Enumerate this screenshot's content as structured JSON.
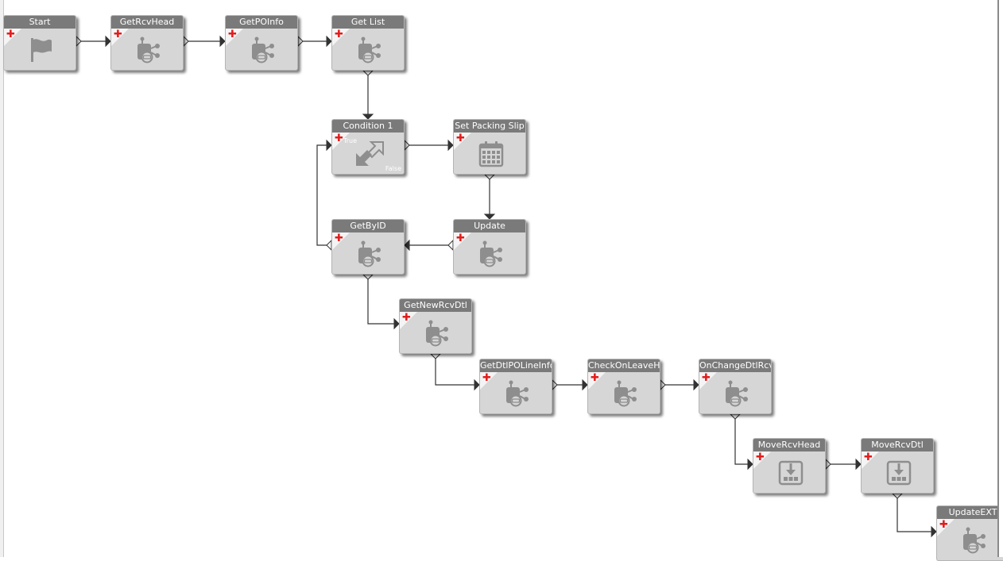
{
  "diagram": {
    "nodes": [
      {
        "id": "start",
        "title": "Start",
        "icon": "flag-icon"
      },
      {
        "id": "getrcvhead",
        "title": "GetRcvHead",
        "icon": "method-call-icon"
      },
      {
        "id": "getpoinfo",
        "title": "GetPOInfo",
        "icon": "method-call-icon"
      },
      {
        "id": "getlist",
        "title": "Get List",
        "icon": "method-call-icon"
      },
      {
        "id": "condition1",
        "title": "Condition 1",
        "icon": "condition-icon",
        "true_label": "True",
        "false_label": "False"
      },
      {
        "id": "setpackingslip",
        "title": "Set Packing Slip",
        "icon": "calendar-icon"
      },
      {
        "id": "getbyid",
        "title": "GetByID",
        "icon": "method-call-icon"
      },
      {
        "id": "update",
        "title": "Update",
        "icon": "method-call-icon"
      },
      {
        "id": "getnewrcvdtl",
        "title": "GetNewRcvDtl",
        "icon": "method-call-icon"
      },
      {
        "id": "getdtlpolineinfo",
        "title": "GetDtlPOLineInfo",
        "icon": "method-call-icon"
      },
      {
        "id": "checkonleavehea",
        "title": "CheckOnLeaveHea",
        "icon": "method-call-icon"
      },
      {
        "id": "onchangedtlrcv",
        "title": "OnChangeDtlRcv",
        "icon": "method-call-icon"
      },
      {
        "id": "movercvhead",
        "title": "MoveRcvHead",
        "icon": "download-icon"
      },
      {
        "id": "movercvdtl",
        "title": "MoveRcvDtl",
        "icon": "download-icon"
      },
      {
        "id": "updateext",
        "title": "UpdateEXT",
        "icon": "method-call-icon"
      }
    ],
    "edges": [
      [
        "start",
        "getrcvhead"
      ],
      [
        "getrcvhead",
        "getpoinfo"
      ],
      [
        "getpoinfo",
        "getlist"
      ],
      [
        "getlist",
        "condition1"
      ],
      [
        "condition1",
        "setpackingslip"
      ],
      [
        "setpackingslip",
        "update"
      ],
      [
        "update",
        "getbyid"
      ],
      [
        "getbyid",
        "condition1"
      ],
      [
        "getbyid",
        "getnewrcvdtl"
      ],
      [
        "getnewrcvdtl",
        "getdtlpolineinfo"
      ],
      [
        "getdtlpolineinfo",
        "checkonleavehea"
      ],
      [
        "checkonleavehea",
        "onchangedtlrcv"
      ],
      [
        "onchangedtlrcv",
        "movercvhead"
      ],
      [
        "movercvhead",
        "movercvdtl"
      ],
      [
        "movercvdtl",
        "updateext"
      ]
    ],
    "colors": {
      "title_bar": "#7a7a7a",
      "node_body": "#d6d6d6",
      "plus": "#e21c1c",
      "icon": "#8e8e8e",
      "wire": "#333333"
    }
  }
}
